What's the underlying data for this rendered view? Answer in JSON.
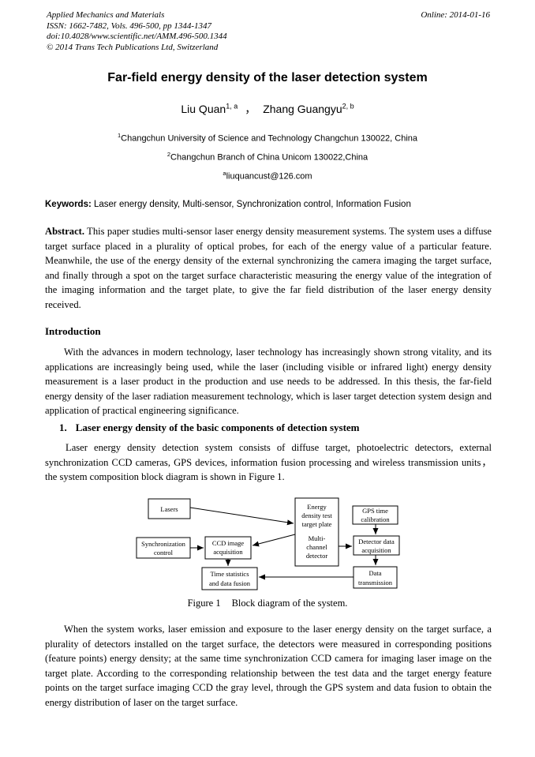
{
  "header": {
    "journal": "Applied Mechanics and Materials",
    "issn_line": "ISSN: 1662-7482, Vols. 496-500, pp 1344-1347",
    "doi_line": "doi:10.4028/www.scientific.net/AMM.496-500.1344",
    "copyright_line": "© 2014 Trans Tech Publications Ltd, Switzerland",
    "online_date": "Online: 2014-01-16"
  },
  "article": {
    "title": "Far-field energy density of the laser detection system",
    "authors": {
      "author1_name": "Liu Quan",
      "author1_sup": "1, a",
      "separator": "，",
      "author2_name": "Zhang Guangyu",
      "author2_sup": "2, b"
    },
    "affiliations": [
      {
        "sup": "1",
        "text": "Changchun University of Science and Technology Changchun 130022, China"
      },
      {
        "sup": "2",
        "text": "Changchun Branch of China Unicom 130022,China"
      },
      {
        "sup": "a",
        "text": "liuquancust@126.com"
      }
    ],
    "keywords_label": "Keywords:",
    "keywords": "Laser energy density, Multi-sensor, Synchronization control, Information Fusion",
    "abstract_label": "Abstract.",
    "abstract": "This paper studies multi-sensor laser energy density measurement systems. The system uses a diffuse target surface placed in a plurality of optical probes, for each of the energy value of a particular feature. Meanwhile, the use of the energy density of the external synchronizing the camera imaging the target surface, and finally through a spot on the target surface characteristic measuring the energy value of the integration of the imaging information and the target plate, to give the far field distribution of the laser energy density received."
  },
  "sections": {
    "introduction_heading": "Introduction",
    "introduction_text": "With the advances in modern technology, laser technology has increasingly shown strong vitality, and its applications are increasingly being used, while the laser (including visible or infrared light) energy density measurement is a laser product in the production and use needs to be addressed. In this thesis, the far-field energy density of the laser radiation measurement technology, which is laser target detection system design and application of practical engineering significance.",
    "section1_number": "1.",
    "section1_title": "Laser energy density of the basic components of detection system",
    "section1_text": "Laser energy density detection system consists of diffuse target, photoelectric detectors, external synchronization CCD cameras, GPS devices, information fusion processing and wireless transmission units，the system composition block diagram is shown in Figure 1.",
    "after_figure_text": "When the system works, laser emission and exposure to the laser energy density on the target surface, a plurality of detectors installed on the target surface, the detectors were measured in corresponding positions (feature points) energy density; at the same time synchronization CCD camera for imaging laser image on the target plate. According to the corresponding relationship between the test data and the target energy feature points on the target surface imaging CCD the gray level, through the GPS system and data fusion to obtain the energy distribution of laser on the target surface."
  },
  "figure": {
    "caption_label": "Figure 1",
    "caption_text": "Block diagram of the system.",
    "boxes": {
      "lasers": {
        "lines": [
          "Lasers"
        ]
      },
      "target": {
        "lines": [
          "Energy",
          "density test",
          "target plate",
          "Multi-",
          "channel",
          "detector"
        ]
      },
      "gps": {
        "lines": [
          "GPS time",
          "calibration"
        ]
      },
      "sync": {
        "lines": [
          "Synchronization",
          "control"
        ]
      },
      "ccd": {
        "lines": [
          "CCD image",
          "acquisition"
        ]
      },
      "detector": {
        "lines": [
          "Detector data",
          "acquisition"
        ]
      },
      "fusion": {
        "lines": [
          "Time statistics",
          "and data fusion"
        ]
      },
      "transmission": {
        "lines": [
          "Data",
          "transmission"
        ]
      }
    }
  }
}
